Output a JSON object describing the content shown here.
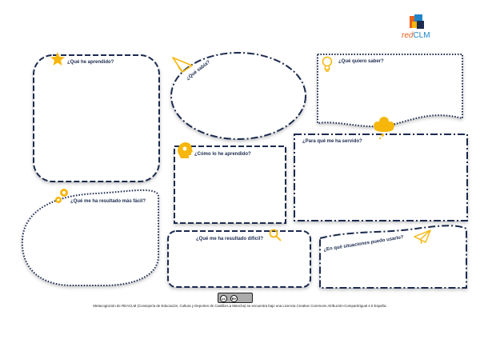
{
  "logo": {
    "prefix": "red",
    "name": "CLM"
  },
  "sections": {
    "learned": "¿Qué he aprendido?",
    "knew": "¿Qué sabía?",
    "want_to_know": "¿Qué quiero saber?",
    "how_learned": "¿Cómo lo he aprendido?",
    "useful_for": "¿Para qué me ha servido?",
    "easiest": "¿Qué me ha resultado más fácil?",
    "hardest": "¿Qué me ha resultado difícil?",
    "situations": "¿En qué situaciones puedo usarlo?"
  },
  "license_badge": {
    "left": "cc",
    "right": "BY"
  },
  "footer": {
    "text": "Metacognición de REACLM (Consejería de Educación, Cultura y Deportes de Castilla-La Mancha) se encuentra bajo una Licencia Creative Commons Atribución-CompartirIgual 4.0 España."
  },
  "colors": {
    "navy": "#1b2b4f",
    "yellow": "#f6b60b",
    "logo_orange": "#e8601a",
    "logo_blue": "#1f86c9"
  }
}
